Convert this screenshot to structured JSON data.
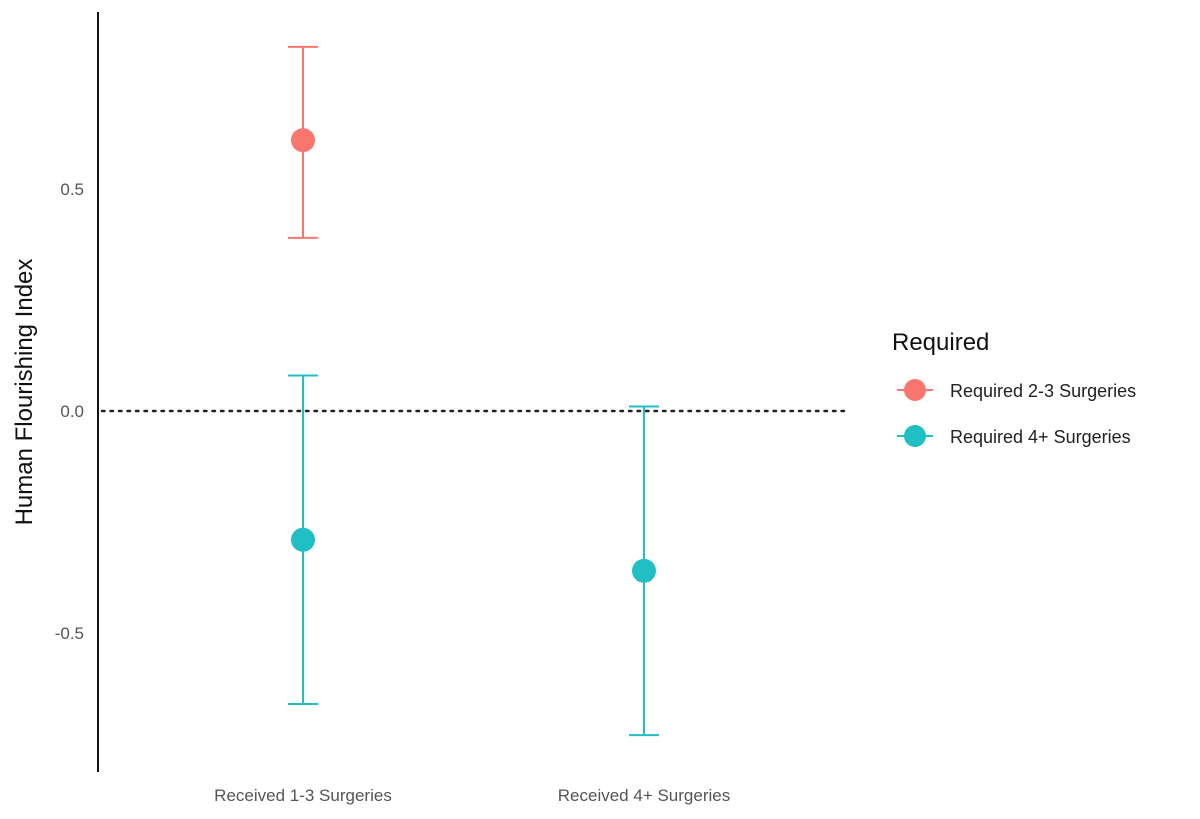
{
  "chart_data": {
    "type": "scatter",
    "ylabel": "Human Flourishing Index",
    "xlabel": "",
    "categories": [
      "Received 1-3 Surgeries",
      "Received 4+ Surgeries"
    ],
    "ylim": [
      -0.8,
      0.9
    ],
    "yticks": [
      -0.5,
      0.0,
      0.5
    ],
    "ytick_labels": [
      "-0.5",
      "0.0",
      "0.5"
    ],
    "reference_line": {
      "y": 0.0,
      "style": "dotted",
      "color": "#222222"
    },
    "legend": {
      "title": "Required",
      "position": "right"
    },
    "series": [
      {
        "name": "Required 2-3 Surgeries",
        "color": "#F8766D",
        "points": [
          {
            "category": "Received 1-3 Surgeries",
            "estimate": 0.61,
            "lower": 0.39,
            "upper": 0.82
          }
        ]
      },
      {
        "name": "Required 4+ Surgeries",
        "color": "#1FBFC4",
        "points": [
          {
            "category": "Received 1-3 Surgeries",
            "estimate": -0.29,
            "lower": -0.66,
            "upper": 0.08
          },
          {
            "category": "Received 4+ Surgeries",
            "estimate": -0.36,
            "lower": -0.73,
            "upper": 0.01
          }
        ]
      }
    ]
  }
}
